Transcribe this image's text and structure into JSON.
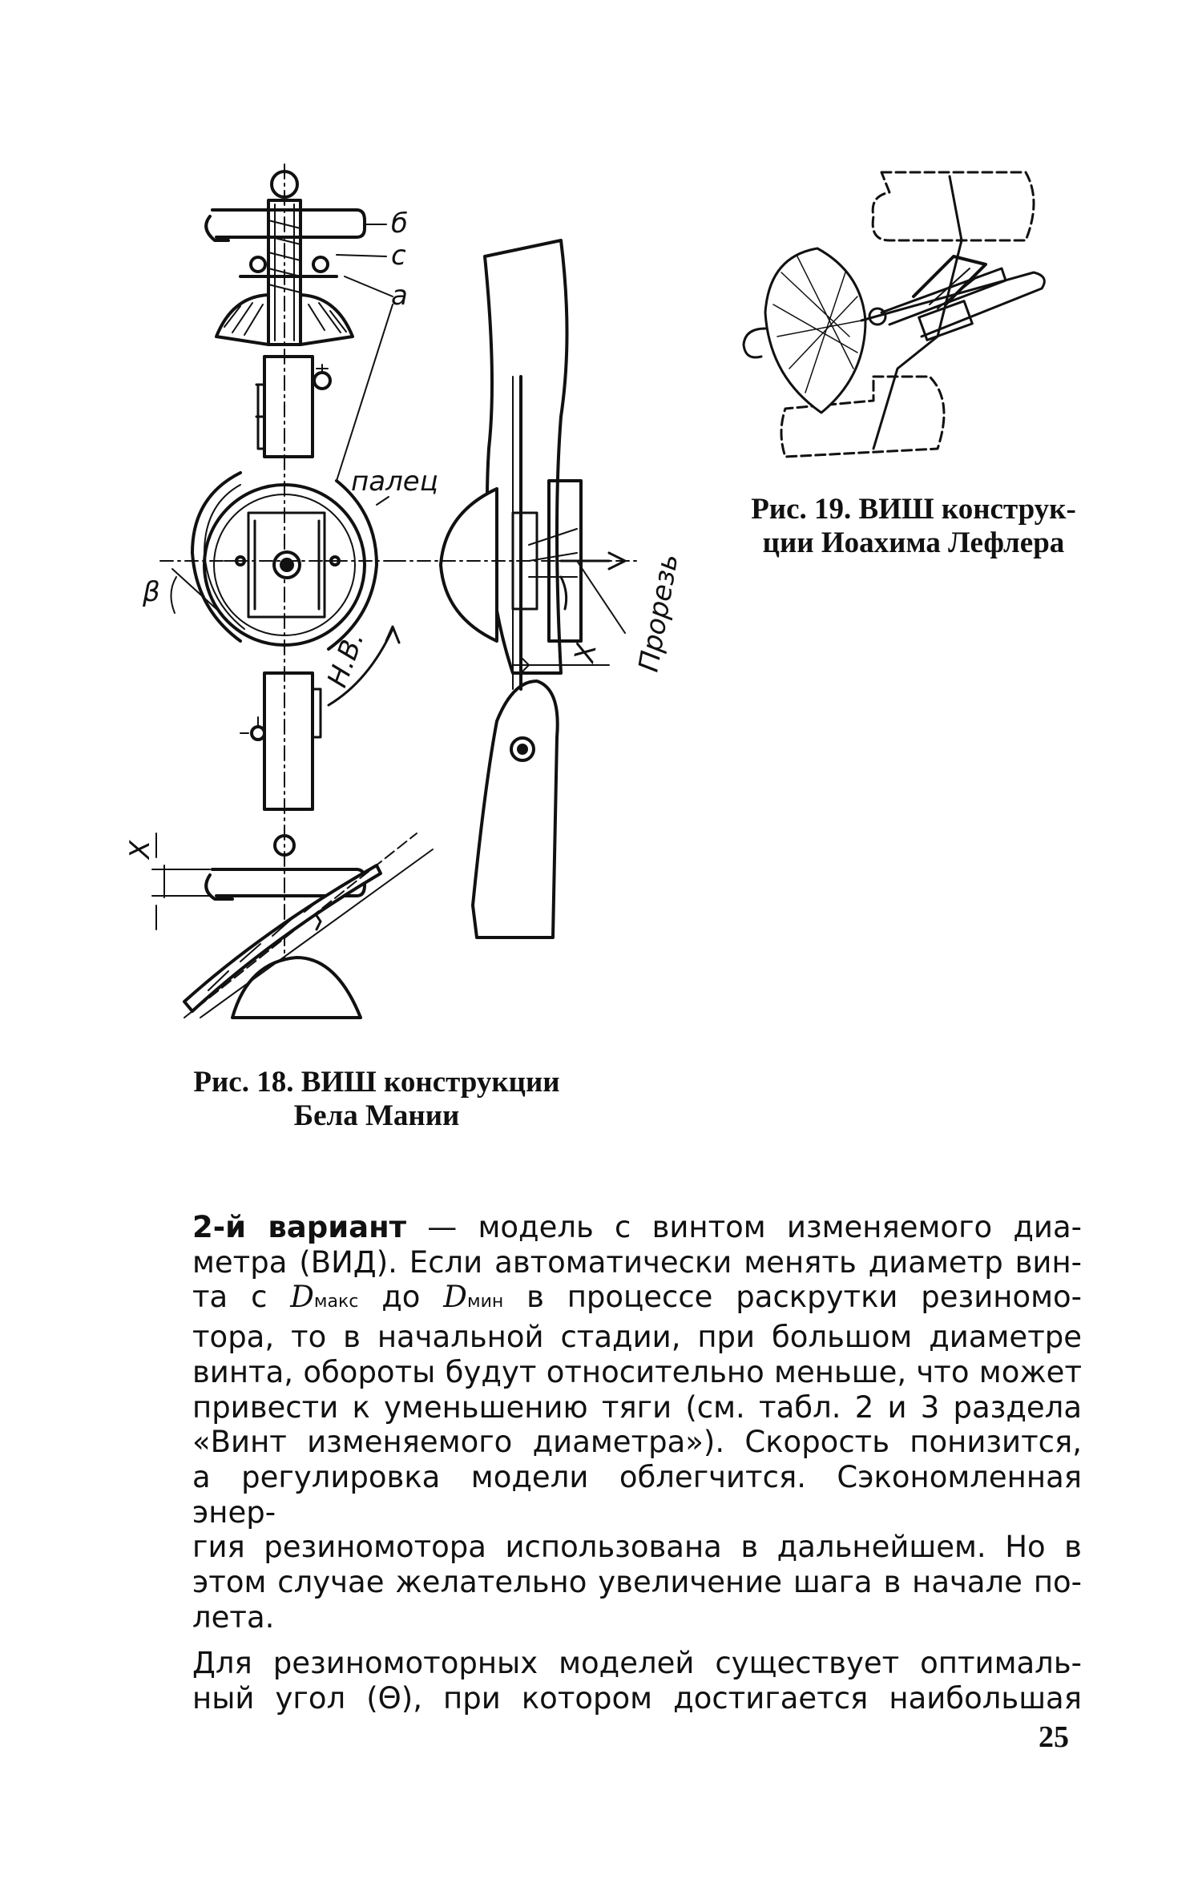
{
  "figure18": {
    "caption_line1": "Рис. 18. ВИШ конструкции",
    "caption_line2": "Бела Мании",
    "labels": {
      "b": "б",
      "c": "с",
      "a": "а",
      "finger": "палец",
      "beta": "β",
      "nv": "Н.В.",
      "x_side": "X",
      "x_bottom": "X",
      "slot": "Прорезь"
    }
  },
  "figure19": {
    "caption_line1": "Рис. 19. ВИШ конструк-",
    "caption_line2": "ции Иоахима Лефлера"
  },
  "body": {
    "p1": {
      "lead_bold": "2-й вариант",
      "dash": " — ",
      "l1_rest": "модель с винтом изменяемого диа-",
      "l2": "метра (ВИД). Если автоматически менять диаметр вин-",
      "l3_a": "та с ",
      "d_symbol": "D",
      "sub_max": "макс",
      "l3_b": " до ",
      "sub_min": "мин",
      "l3_c": " в процессе раскрутки резиномо-",
      "l4": "тора, то в начальной стадии, при большом диаметре",
      "l5": "винта, обороты будут относительно меньше, что может",
      "l6": "привести к уменьшению тяги (см. табл. 2 и 3 раздела",
      "l7": "«Винт изменяемого диаметра»). Скорость понизится,",
      "l8": "а регулировка модели облегчится. Сэкономленная энер-",
      "l9": "гия резиномотора использована в дальнейшем. Но в",
      "l10": "этом случае желательно увеличение шага в начале по-",
      "l11": "лета."
    },
    "p2": {
      "l1": "Для резиномоторных моделей существует оптималь-",
      "l2": "ный угол (Θ), при котором достигается наибольшая"
    }
  },
  "page_number": "25"
}
